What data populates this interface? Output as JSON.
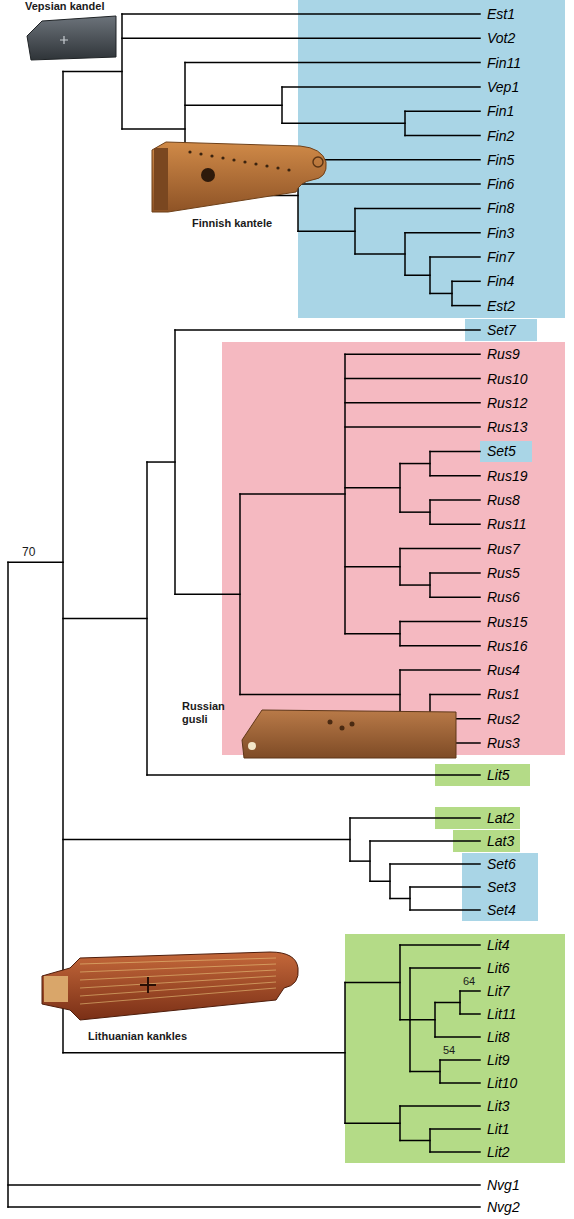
{
  "diagram": {
    "nodes": [
      {
        "text": [
          "Est1",
          "Vot2",
          "Fin11",
          "Vep1",
          "Fin1",
          "Fin2",
          "Fin5",
          "Fin6",
          "Fin8",
          "Fin3",
          "Fin7",
          "Fin4",
          "Est2"
        ]
      },
      {
        "text": [
          "Set7"
        ]
      },
      {
        "text": [
          "Rus9",
          "Rus10",
          "Rus12",
          "Rus13",
          "Rus19",
          "Rus8",
          "Rus11",
          "Rus7",
          "Rus5",
          "Rus6",
          "Rus15",
          "Rus16",
          "Rus4",
          "Rus1",
          "Rus2",
          "Rus3"
        ]
      },
      {
        "text": [
          "Set5"
        ],
        "in": 2
      },
      {
        "text": [
          "Lit5"
        ]
      },
      {
        "text": [
          "Lat2"
        ]
      },
      {
        "text": [
          "Lat3"
        ]
      },
      {
        "text": [
          "Set6",
          "Set3",
          "Set4"
        ]
      },
      {
        "text": [
          "Lit4",
          "Lit6",
          "Lit7",
          "Lit11",
          "Lit8",
          "Lit9",
          "Lit10",
          "Lit3",
          "Lit1",
          "Lit2"
        ]
      }
    ],
    "labels": [
      "Vepsian kandel",
      "Finnish kantele",
      "Russian gusli",
      "70",
      "Lithuanian kankles",
      "64",
      "54",
      "Nvg1",
      "Nvg2"
    ]
  }
}
